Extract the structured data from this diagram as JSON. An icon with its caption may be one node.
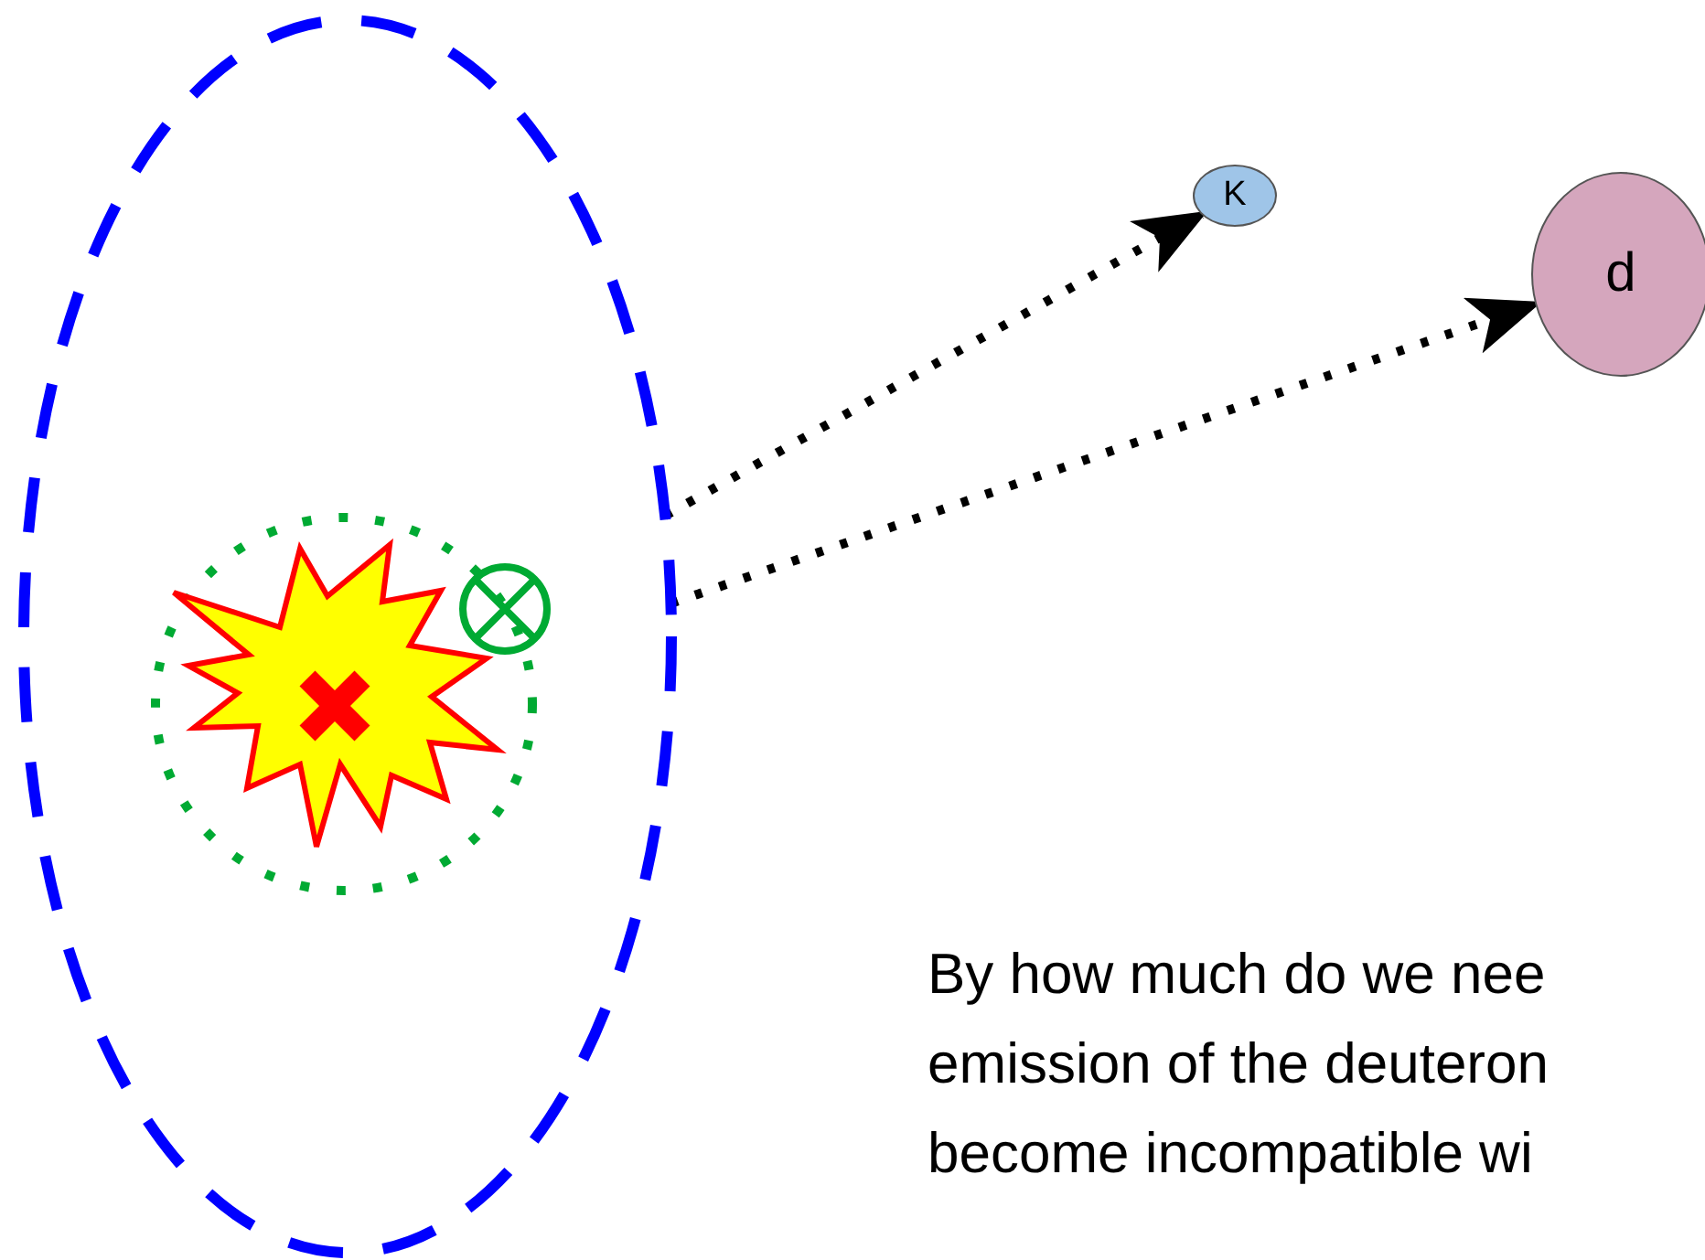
{
  "diagram": {
    "nodes": [
      {
        "text": [],
        "shape": "circle"
      },
      {
        "text": [],
        "shape": "circle",
        "in": 0
      },
      {
        "text": [],
        "shape": "star",
        "in": 1
      },
      {
        "text": [
          "K"
        ]
      },
      {
        "text": [
          "d"
        ]
      }
    ],
    "edges": [
      {
        "from": 0,
        "to": 3,
        "arrow": "to",
        "style": "dashed"
      },
      {
        "from": 0,
        "to": 4,
        "arrow": "to",
        "style": "dashed"
      }
    ],
    "labels": [
      "By how much do we nee emission of the deuteron become incompatible wi"
    ]
  }
}
